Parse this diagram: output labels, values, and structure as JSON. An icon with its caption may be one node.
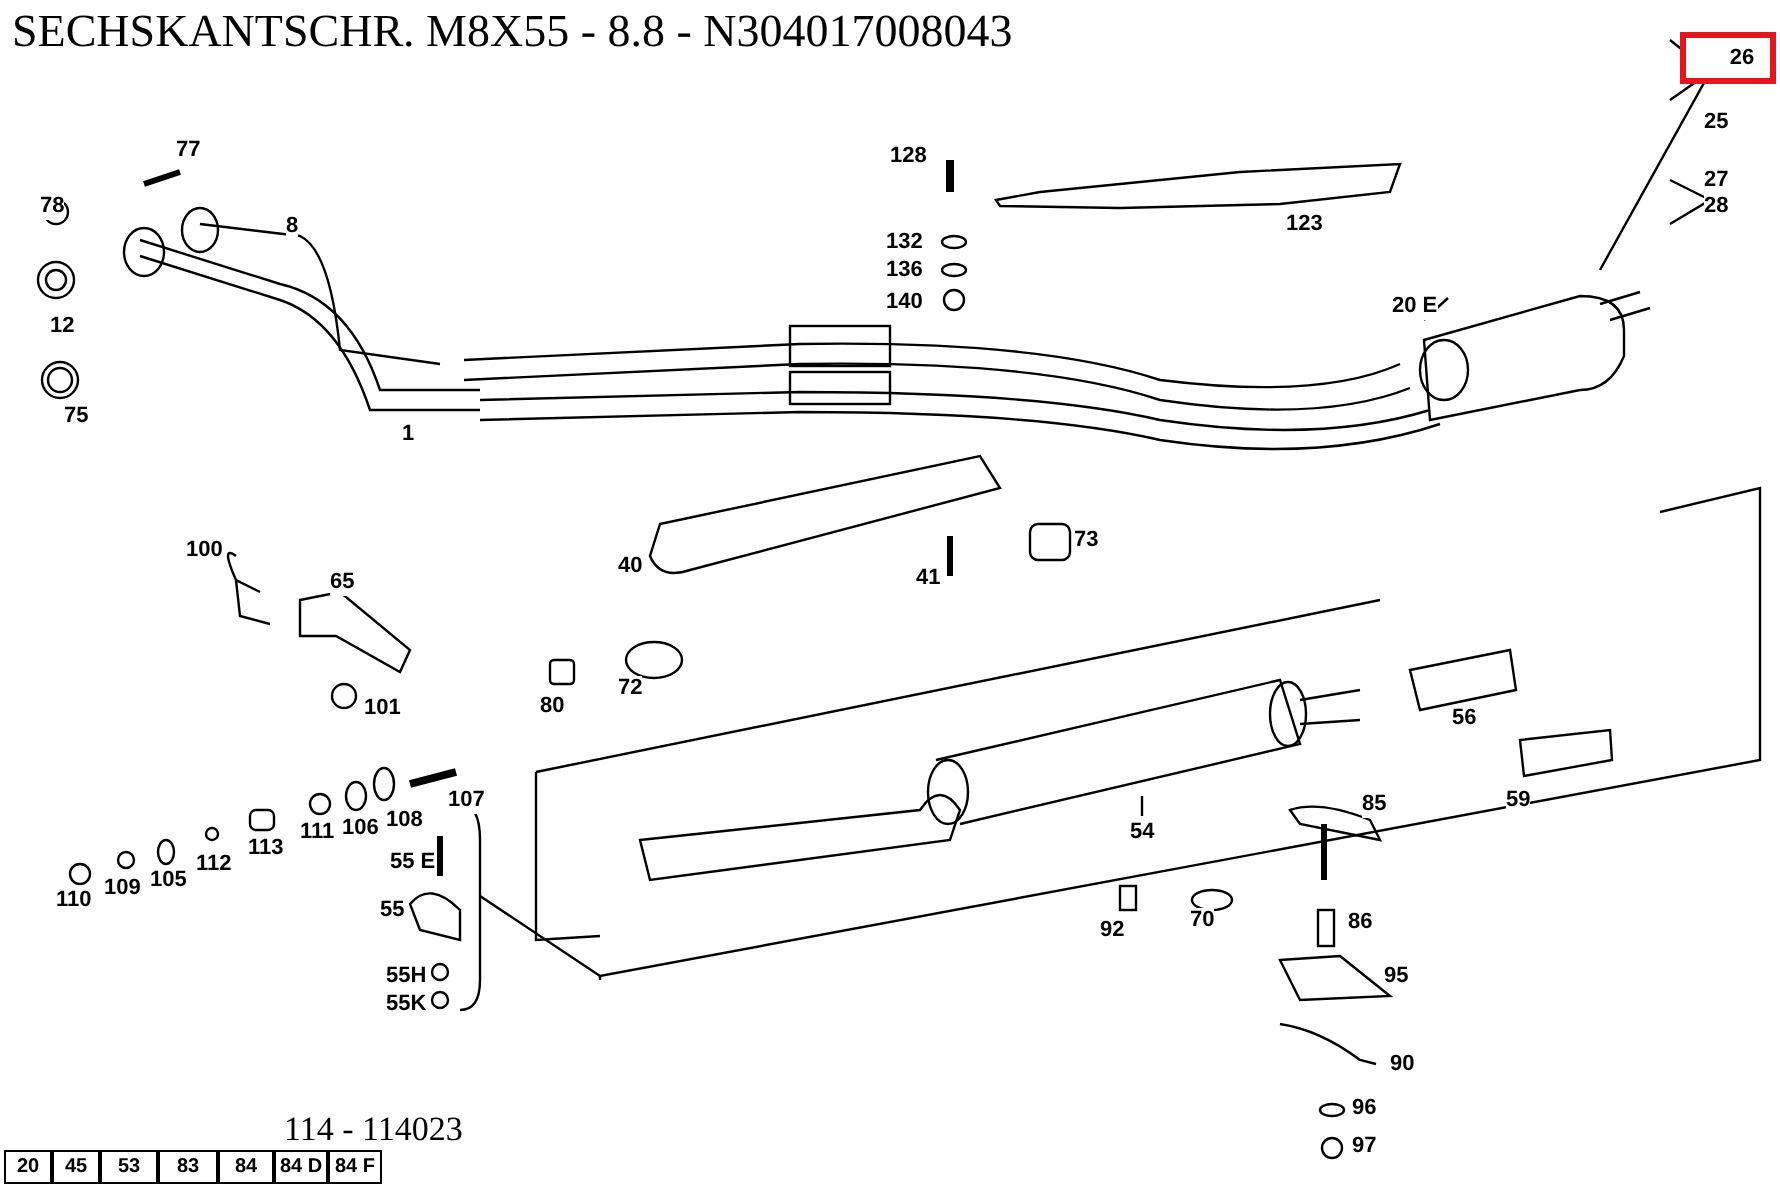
{
  "diagram": {
    "title": "SECHSKANTSCHR. M8X55 - 8.8 - N304017008043",
    "nodes": [
      {
        "text": [
          "26"
        ]
      }
    ],
    "labels": [
      "77",
      "128",
      "25",
      "78",
      "8",
      "123",
      "27",
      "28",
      "132",
      "12",
      "136",
      "140",
      "20 E",
      "75",
      "1",
      "73",
      "40",
      "41",
      "100",
      "65",
      "80",
      "72",
      "101",
      "56",
      "107",
      "85",
      "59",
      "111",
      "106",
      "108",
      "54",
      "112",
      "113",
      "55 E",
      "110",
      "109",
      "105",
      "92",
      "70",
      "86",
      "55",
      "55H",
      "95",
      "55K",
      "90",
      "96",
      "97",
      "114 - 114023",
      "20",
      "45",
      "53",
      "83",
      "84",
      "84 D",
      "84 F"
    ]
  }
}
